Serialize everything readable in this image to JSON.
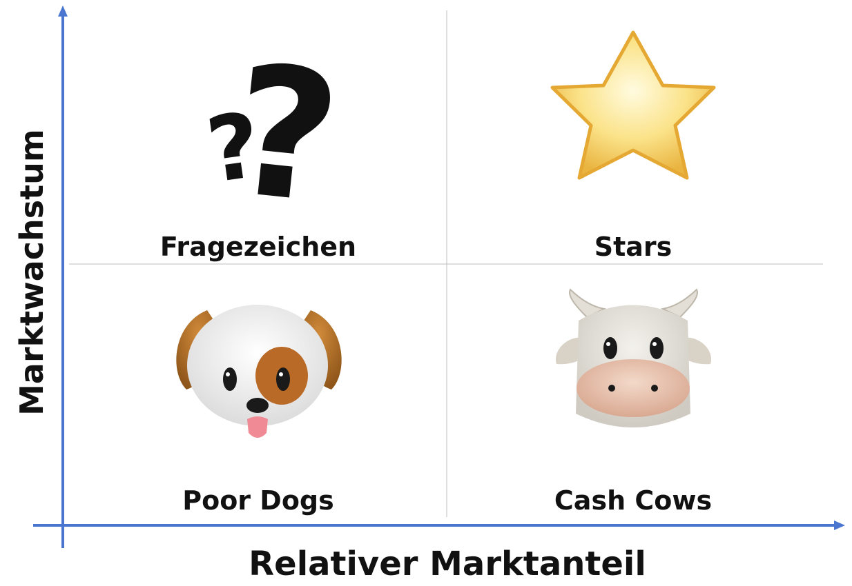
{
  "axes": {
    "y_label": "Marktwachstum",
    "x_label": "Relativer Marktanteil",
    "color": "#4A76D0"
  },
  "quadrants": {
    "top_left": {
      "label": "Fragezeichen",
      "icon": "question-marks-icon"
    },
    "top_right": {
      "label": "Stars",
      "icon": "star-icon"
    },
    "bottom_left": {
      "label": "Poor Dogs",
      "icon": "dog-face-icon"
    },
    "bottom_right": {
      "label": "Cash Cows",
      "icon": "cow-face-icon"
    }
  }
}
